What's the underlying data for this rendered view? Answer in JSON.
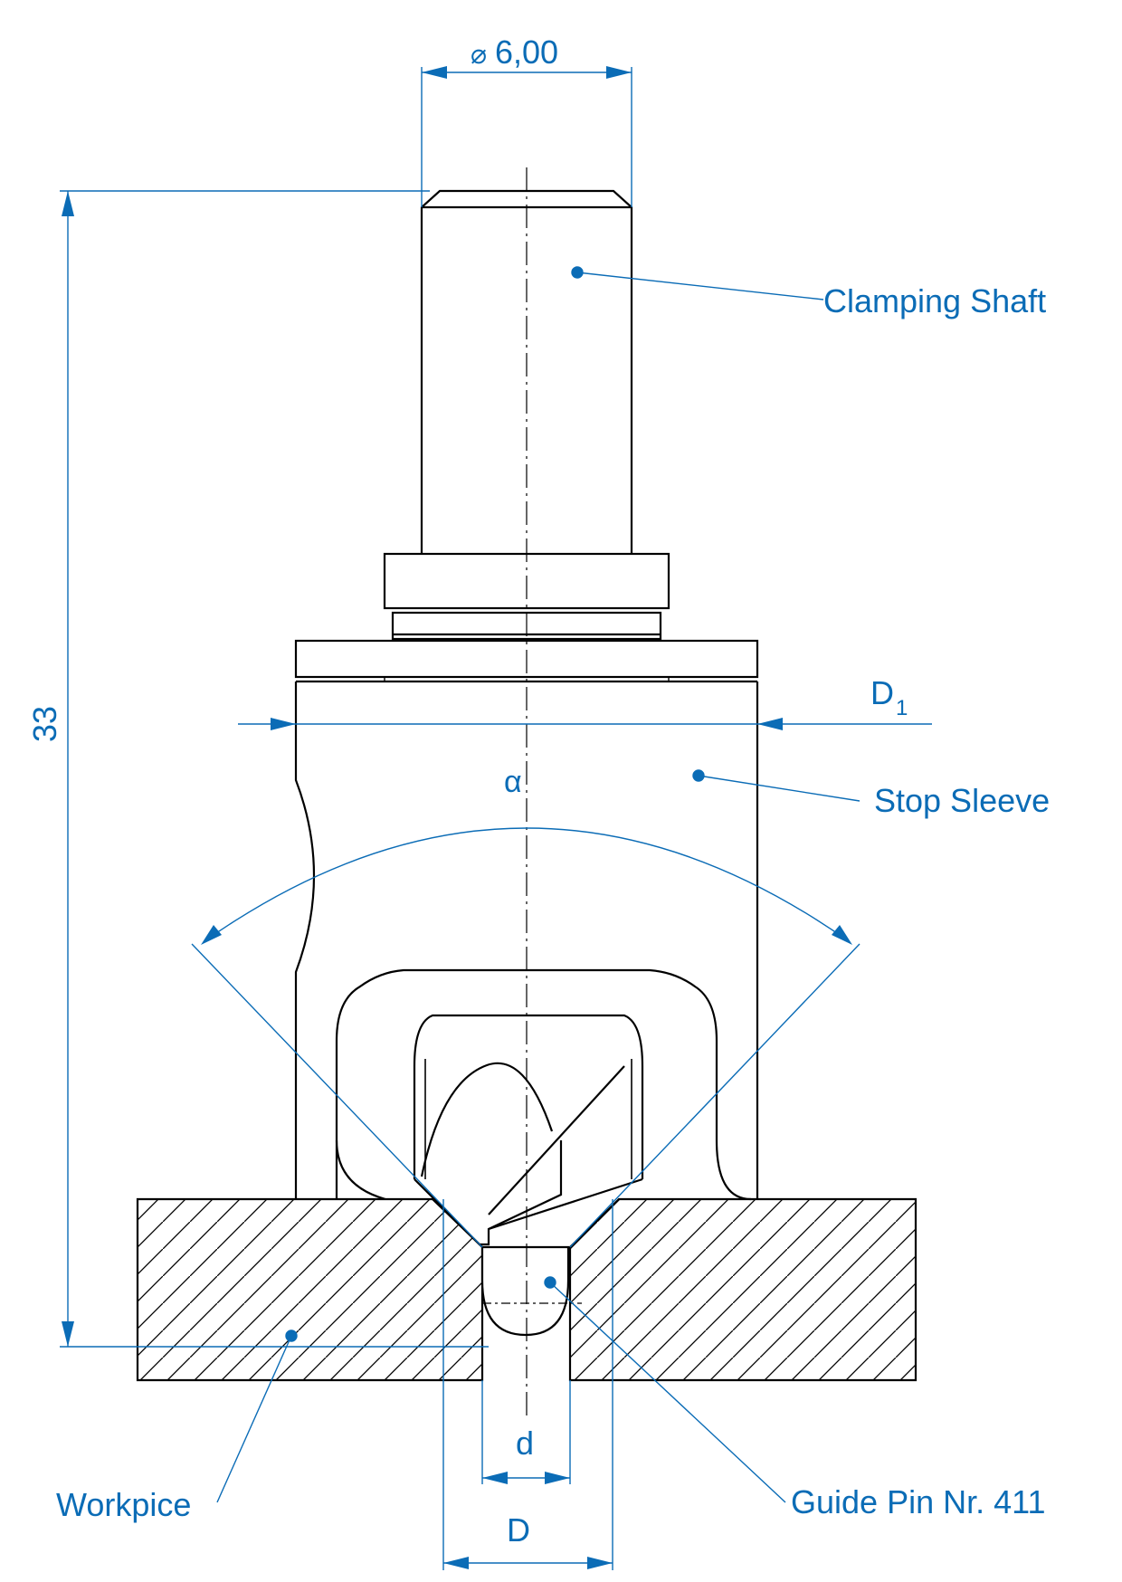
{
  "dimensions": {
    "shaft_diameter": "6,00",
    "diameter_symbol": "⌀",
    "overall_length": "33",
    "sleeve_diameter_main": "D",
    "sleeve_diameter_sub": "1",
    "angle": "α",
    "hole_diameter": "d",
    "countersink_diameter": "D"
  },
  "callouts": {
    "clamping_shaft": "Clamping Shaft",
    "stop_sleeve": "Stop Sleeve",
    "workpiece": "Workpice",
    "guide_pin": "Guide Pin Nr. 411"
  },
  "colors": {
    "line": "#000000",
    "dimension": "#0b6cb6",
    "background": "#ffffff"
  }
}
